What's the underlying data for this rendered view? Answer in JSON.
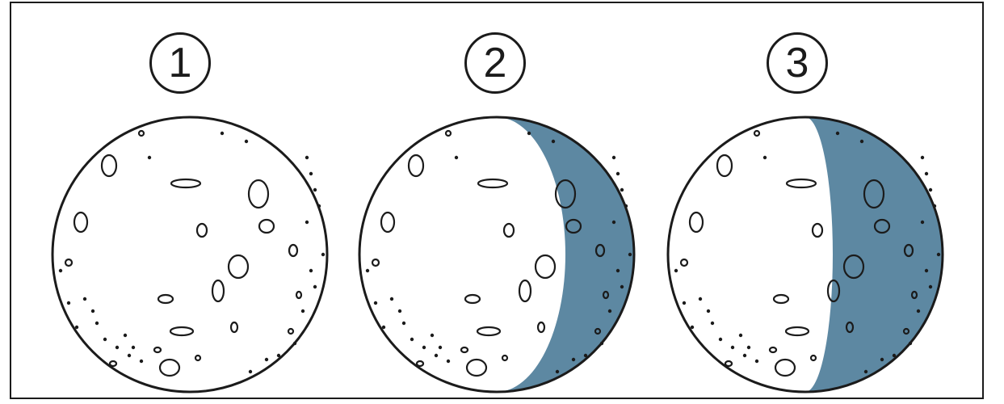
{
  "phases": [
    {
      "label": "1",
      "shadow_fraction": 0.0
    },
    {
      "label": "2",
      "shadow_fraction": 0.25
    },
    {
      "label": "3",
      "shadow_fraction": 0.4
    }
  ],
  "colors": {
    "shadow": "#5d88a2",
    "outline": "#1b1b1b",
    "frame": "#1b1b1b",
    "background": "#ffffff",
    "lit": "#ffffff"
  }
}
